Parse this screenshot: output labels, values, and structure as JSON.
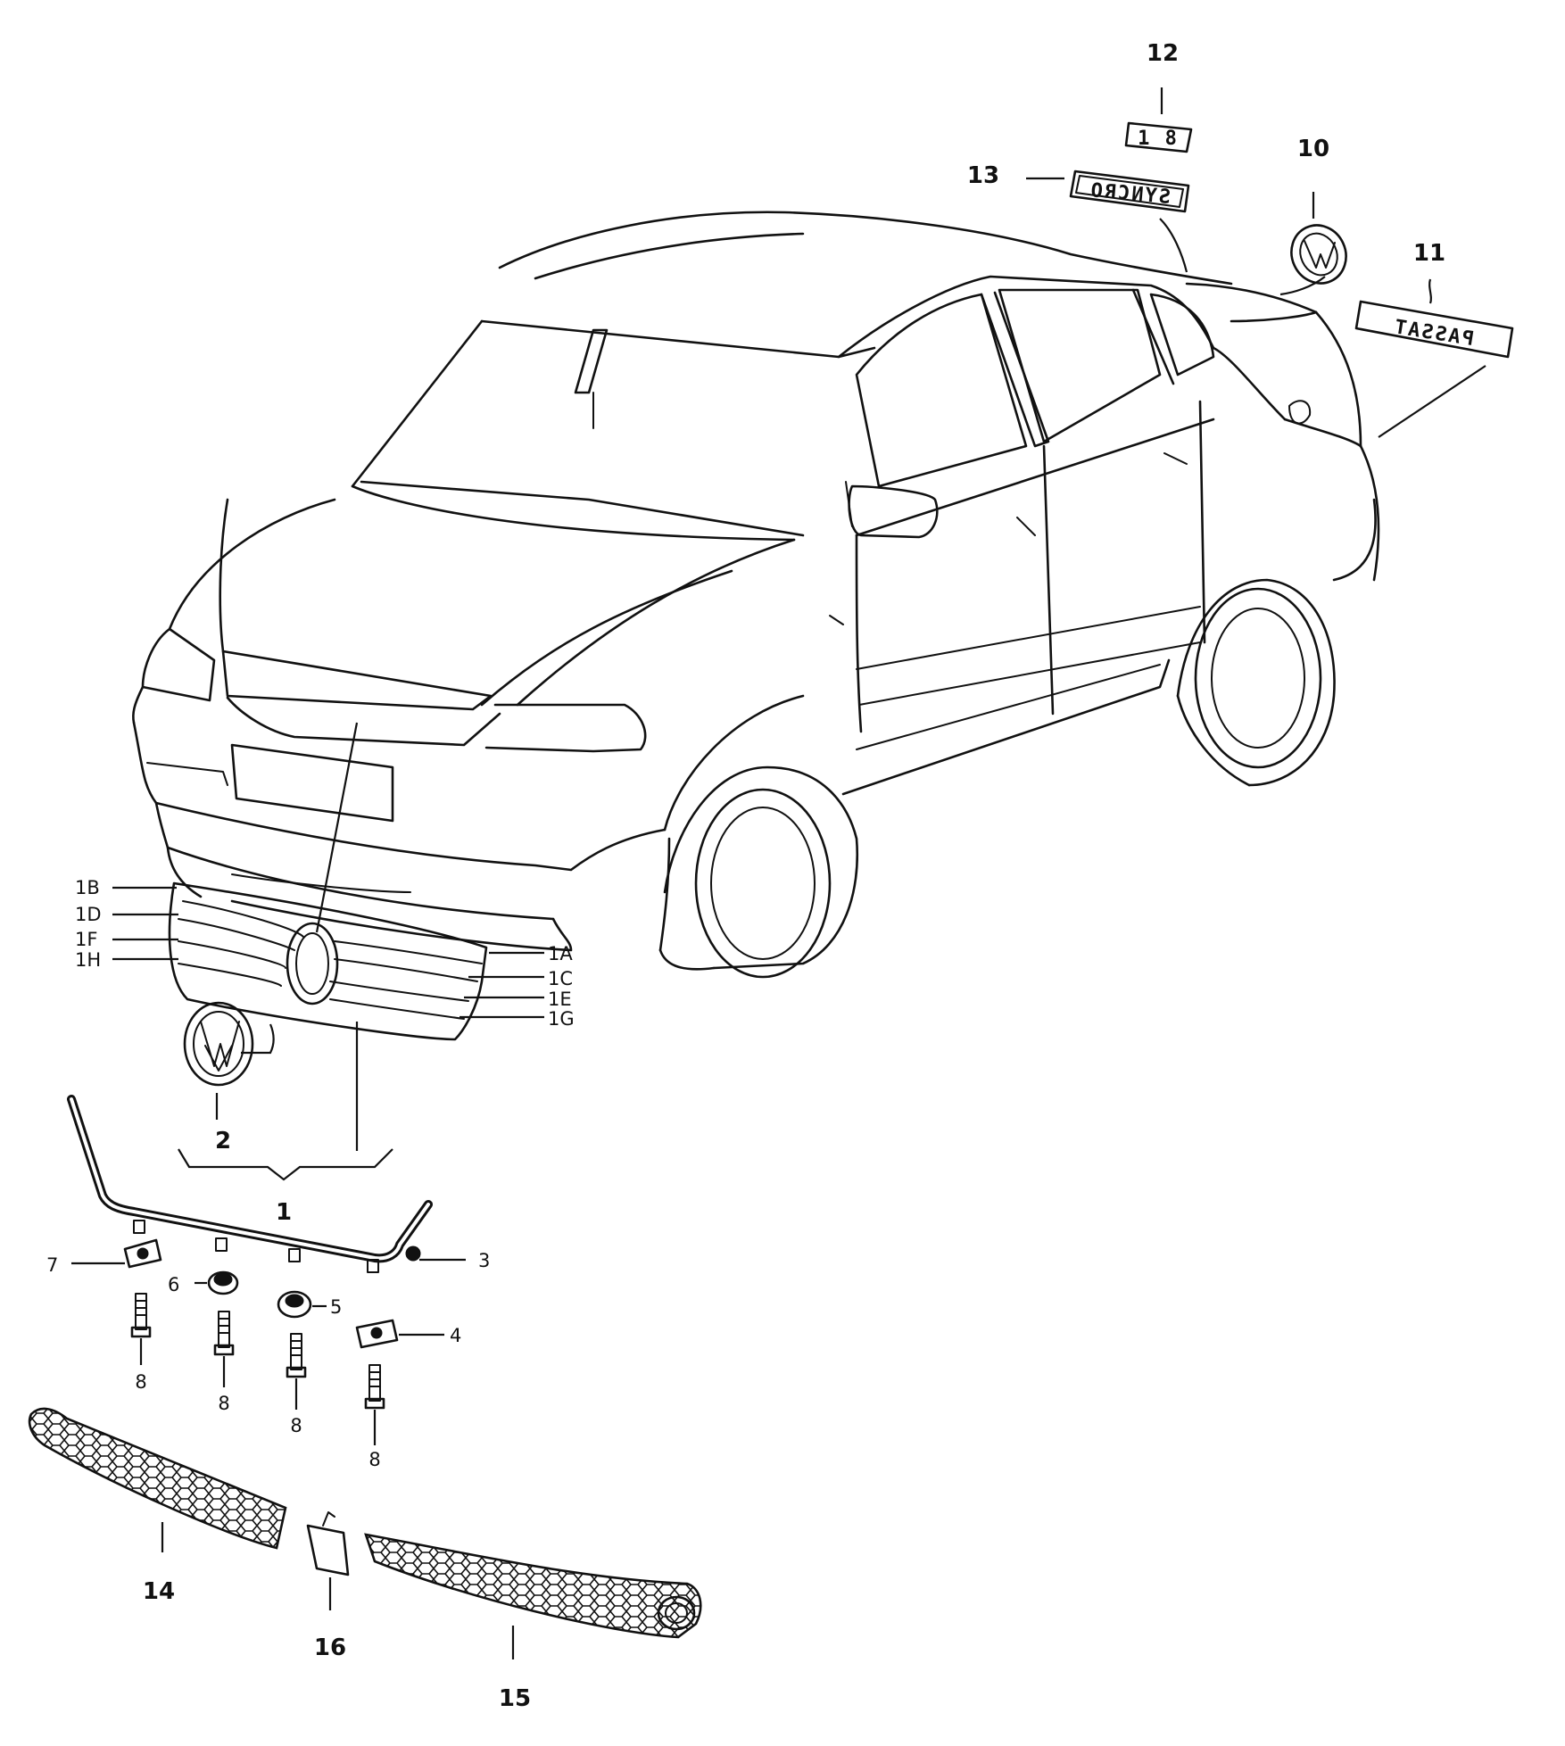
{
  "callouts": {
    "c1": "1",
    "c1A": "1A",
    "c1B": "1B",
    "c1C": "1C",
    "c1D": "1D",
    "c1E": "1E",
    "c1F": "1F",
    "c1G": "1G",
    "c1H": "1H",
    "c2": "2",
    "c3": "3",
    "c4": "4",
    "c5": "5",
    "c6": "6",
    "c7": "7",
    "c8a": "8",
    "c8b": "8",
    "c8c": "8",
    "c8d": "8",
    "c10": "10",
    "c11": "11",
    "c12": "12",
    "c13": "13",
    "c14": "14",
    "c15": "15",
    "c16": "16"
  },
  "badges": {
    "syncro": "SYNCRO",
    "passat": "PASSAT",
    "engine": "1 8"
  },
  "emblem_icon": "vw-logo-icon"
}
